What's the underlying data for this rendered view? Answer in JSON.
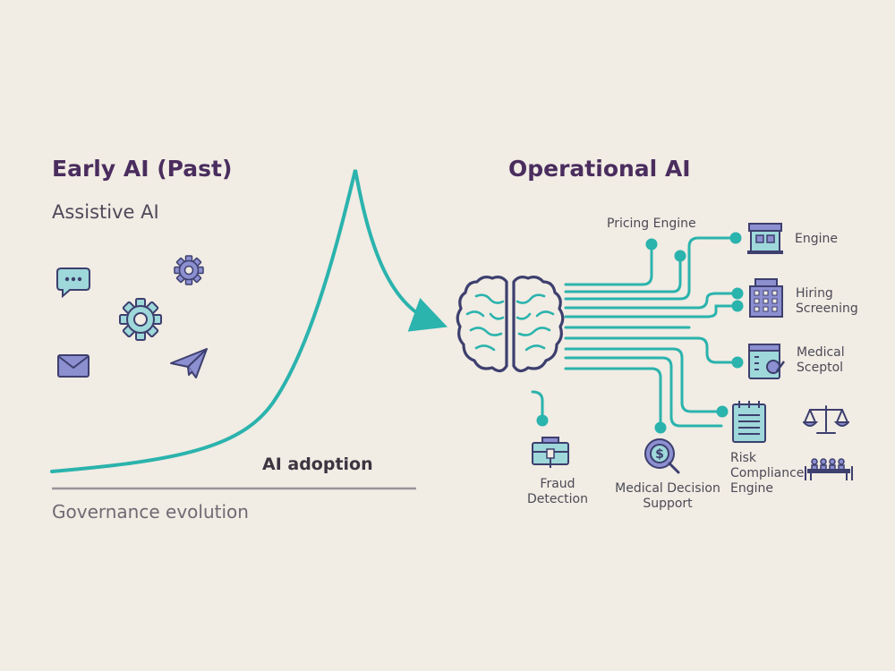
{
  "left": {
    "title": "Early AI (Past)",
    "subtitle": "Assistive AI",
    "adoption_label": "AI adoption",
    "governance_label": "Governance evolution",
    "icons": [
      "chat-bubble-icon",
      "gear-icon",
      "gear-icon",
      "envelope-icon",
      "paper-plane-icon"
    ]
  },
  "right": {
    "title": "Operational AI",
    "hub_icon": "brain-icon",
    "nodes": {
      "pricing_engine": "Pricing Engine",
      "engine": "Engine",
      "hiring_line1": "Hiring",
      "hiring_line2": "Screening",
      "medical_line1": "Medical",
      "medical_line2": "Sceptol",
      "risk_line1": "Risk",
      "risk_line2": "Compliance",
      "risk_line3": "Engine",
      "fraud_line1": "Fraud",
      "fraud_line2": "Detection",
      "mds_line1": "Medical Decision",
      "mds_line2": "Support"
    }
  },
  "colors": {
    "background": "#f1ece4",
    "teal": "#2bb3ad",
    "purple": "#4a2d5e",
    "navy": "#3d3f6e",
    "lavender": "#8c8fd0",
    "light_teal": "#9ed8da"
  }
}
